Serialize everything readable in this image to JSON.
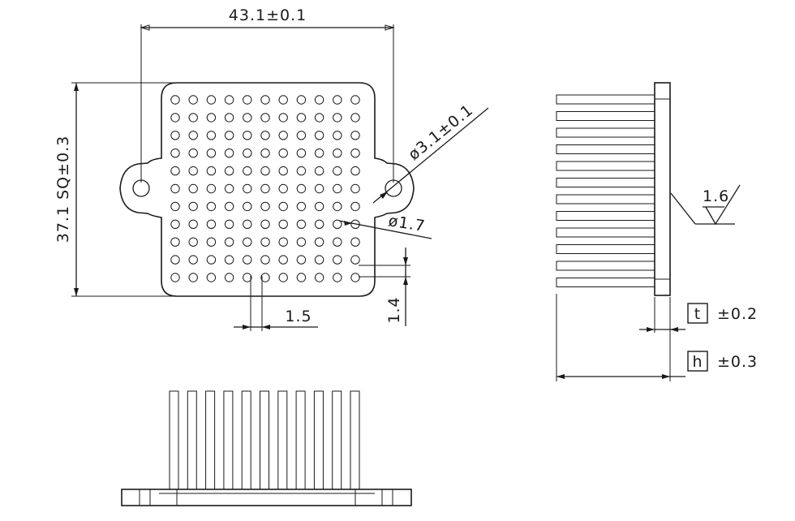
{
  "dimensions": {
    "width": "43.1±0.1",
    "height": "37.1 SQ±0.3",
    "mount_hole": "ø3.1±0.1",
    "pin_diameter": "ø1.7",
    "pitch": "1.5",
    "edge_offset": "1.4",
    "roughness": "1.6",
    "thickness_symbol": "t",
    "thickness_tol": "±0.2",
    "height_symbol": "h",
    "height_tol": "±0.3"
  },
  "pin_grid": {
    "rows": 11,
    "cols": 11
  },
  "side_fins": 12,
  "front_fins": 11
}
